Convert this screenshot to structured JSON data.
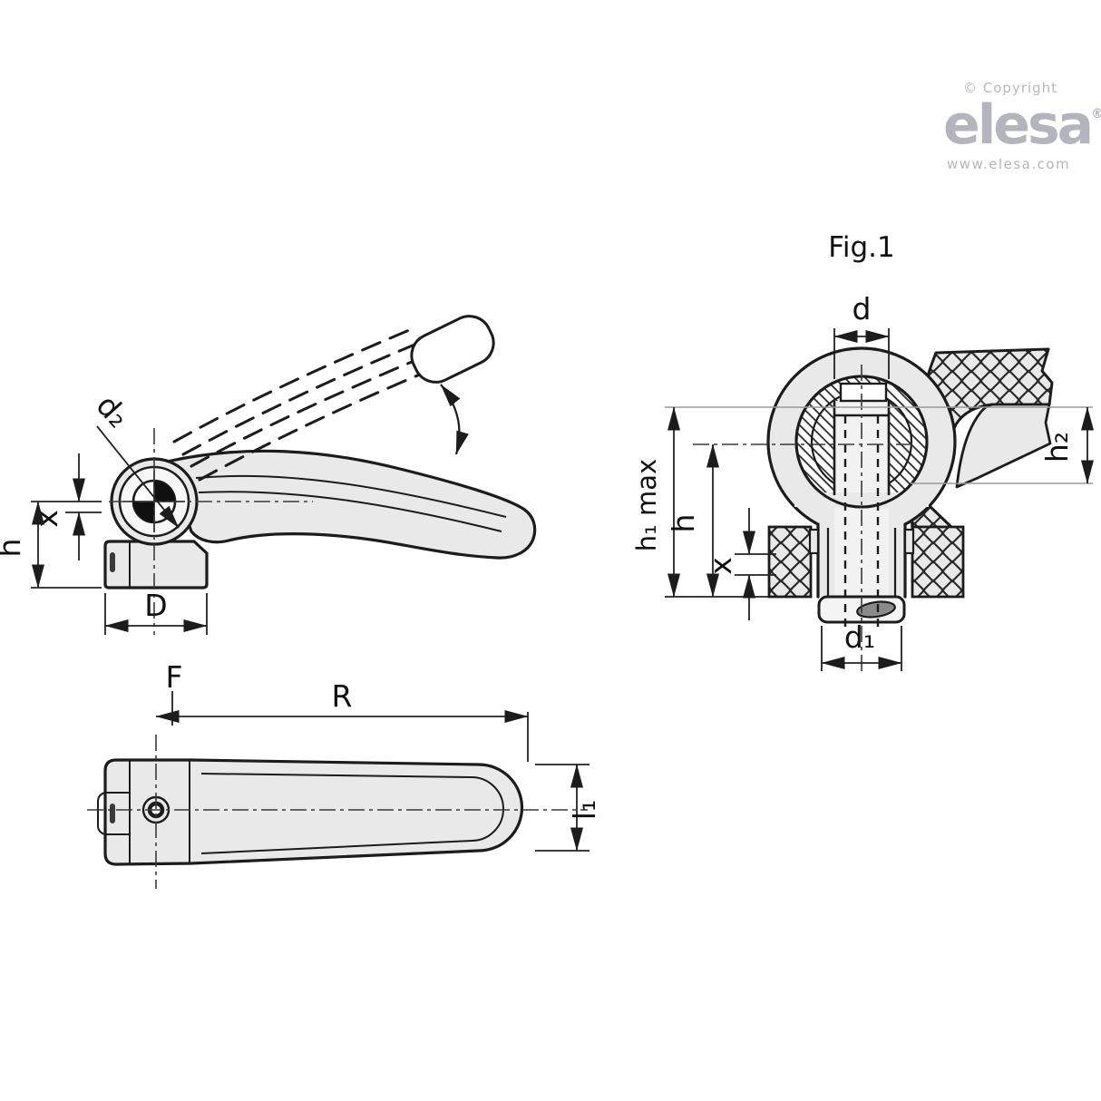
{
  "branding": {
    "copyright": "© Copyright",
    "logo": "elesa",
    "registered": "®",
    "website": "www.elesa.com",
    "logo_color": "#b4b4bd"
  },
  "figure_caption": "Fig.1",
  "side_view": {
    "description": "side view of cam lever with open position dashed",
    "labels": {
      "d2": "d₂",
      "x": "x",
      "h": "h",
      "D": "D"
    }
  },
  "section_view": {
    "description": "sectional view Fig.1 of cam lever clamping plates",
    "labels": {
      "d": "d",
      "h2": "h₂",
      "h1max": "h₁ max",
      "h": "h",
      "x": "x",
      "d1": "d₁"
    }
  },
  "top_view": {
    "description": "top view of lever handle",
    "labels": {
      "F": "F",
      "R": "R",
      "l1": "l₁"
    }
  },
  "colors": {
    "line": "#1c1c1c",
    "fill_gray": "#e9e9e9",
    "reference_gray": "#9a9a9a",
    "brand_gray": "#b4b4bd"
  }
}
